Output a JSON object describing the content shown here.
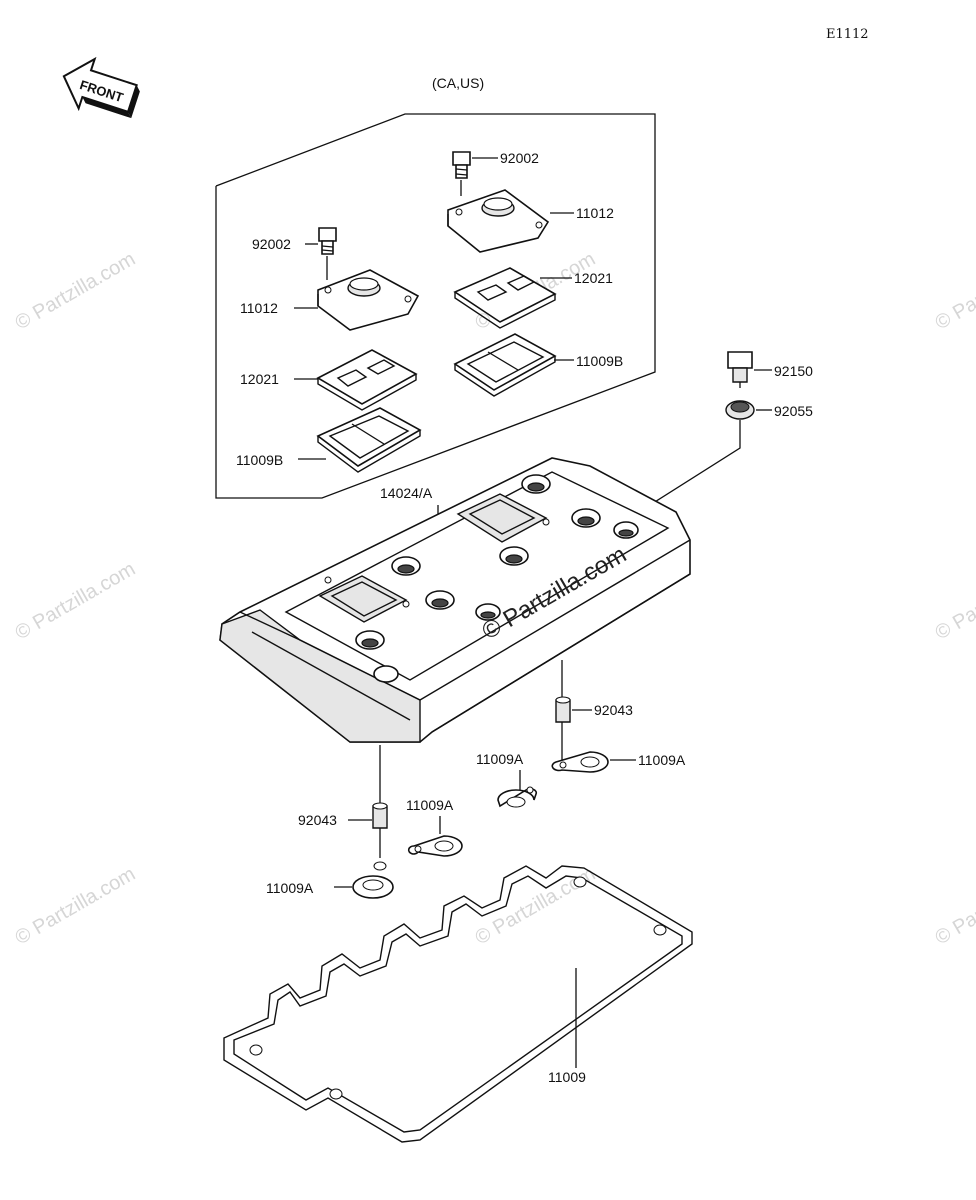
{
  "diagram_code": "E1112",
  "region_label": "(CA,US)",
  "front_label": "FRONT",
  "watermark": "© Partzilla.com",
  "callouts": {
    "bolt_top_right_inset": "92002",
    "cover_top_right_inset": "11012",
    "gasket_top_right_inset": "12021",
    "seal_right_inset": "11009B",
    "bolt_left_inset": "92002",
    "cover_left_inset": "11012",
    "gasket_left_inset": "12021",
    "seal_left_inset": "11009B",
    "cap_bolt": "92150",
    "cap_washer": "92055",
    "head_cover": "14024/A",
    "dowel_right": "92043",
    "washer_right_mid": "11009A",
    "washer_right_side": "11009A",
    "dowel_left": "92043",
    "washer_center": "11009A",
    "washer_left_low": "11009A",
    "head_gasket": "11009"
  }
}
